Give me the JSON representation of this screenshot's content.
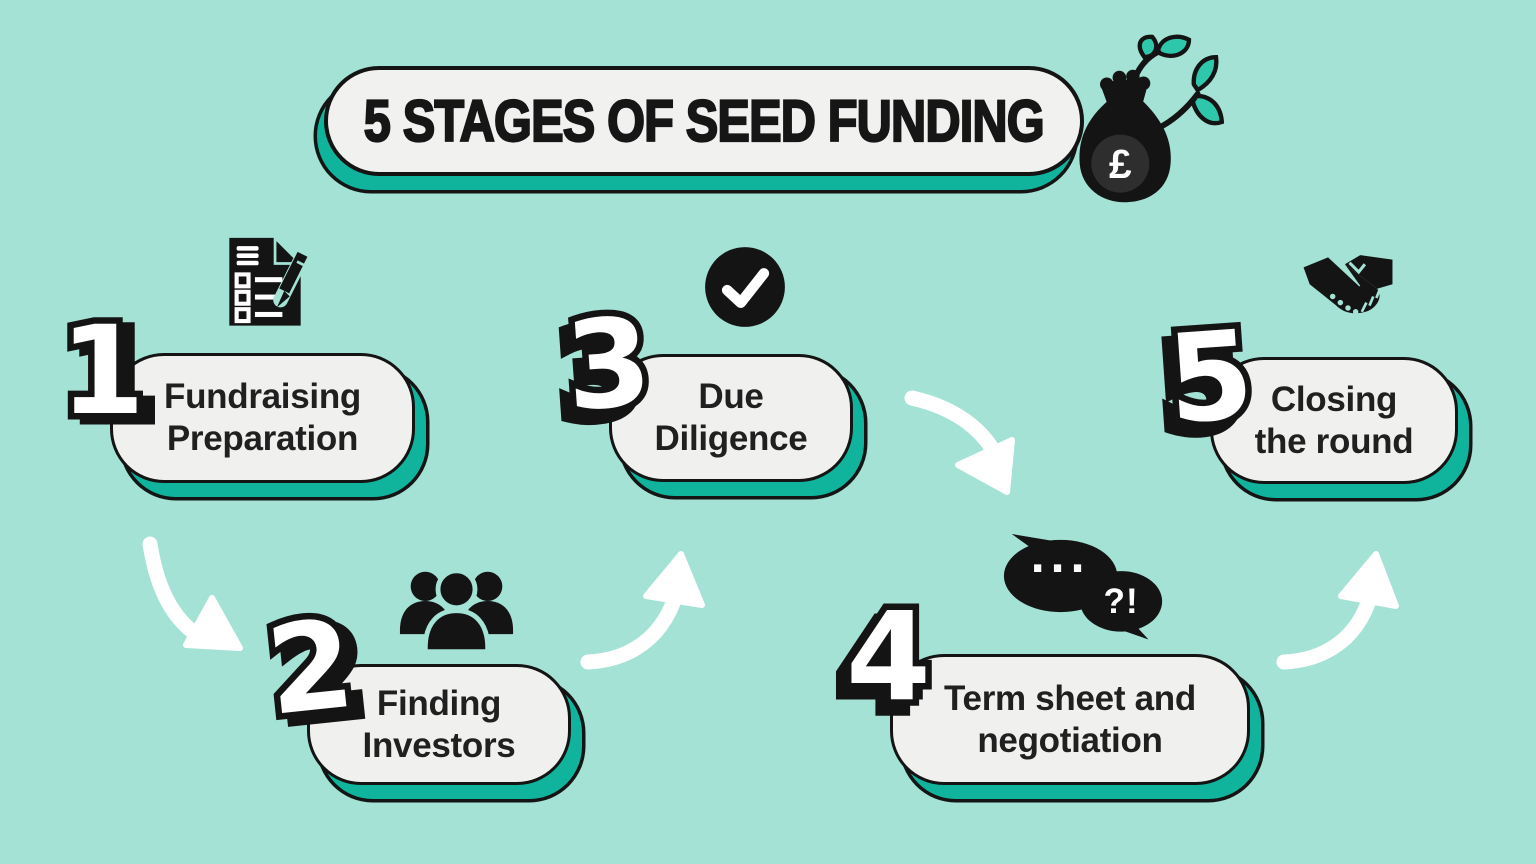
{
  "title": {
    "text": "5 STAGES OF SEED FUNDING",
    "money_bag_symbol": "£"
  },
  "colors": {
    "background": "#a3e2d5",
    "accent_teal": "#10b49c",
    "leaf_teal": "#2fc7ab",
    "pill_fill": "#f0f0ee",
    "ink": "#141414",
    "arrow_white": "#ffffff"
  },
  "stages": [
    {
      "number": "1",
      "lines": [
        "Fundraising",
        "Preparation"
      ],
      "icon": "checklist-pencil-icon"
    },
    {
      "number": "2",
      "lines": [
        "Finding",
        "Investors"
      ],
      "icon": "investors-group-icon"
    },
    {
      "number": "3",
      "lines": [
        "Due",
        "Diligence"
      ],
      "icon": "checkmark-circle-icon"
    },
    {
      "number": "4",
      "lines": [
        "Term sheet and",
        "negotiation"
      ],
      "icon": "speech-bubbles-icon"
    },
    {
      "number": "5",
      "lines": [
        "Closing",
        "the round"
      ],
      "icon": "handshake-icon"
    }
  ],
  "speech_bubbles": {
    "dots": "...",
    "interjection": "?!"
  }
}
